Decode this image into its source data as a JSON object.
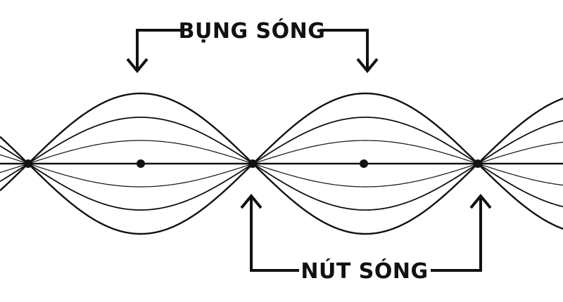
{
  "labels": {
    "antinode": "BỤNG SÓNG",
    "node": "NÚT SÓNG"
  },
  "colors": {
    "ink": "#111111",
    "background": "#ffffff"
  },
  "wave": {
    "envelope_levels": [
      1.0,
      0.66,
      0.33
    ]
  }
}
